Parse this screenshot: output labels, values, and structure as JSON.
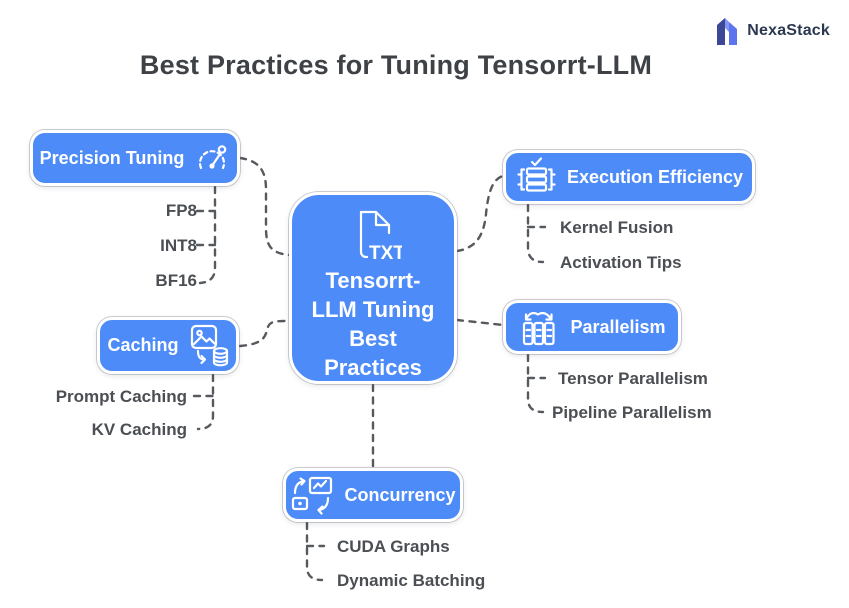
{
  "page": {
    "title": "Best Practices for Tuning Tensorrt-LLM"
  },
  "brand": {
    "name": "NexaStack"
  },
  "colors": {
    "node_blue": "#4d8bf8",
    "title_text": "#3e4246",
    "child_label_gray": "#4b4f54",
    "connector_gray": "#56595e",
    "logo_navy": "#2c3852",
    "logo_mark_dark": "#3c4796",
    "logo_mark_light": "#5e73ee"
  },
  "center": {
    "label": "Tensorrt-LLM Tuning Best Practices",
    "lines": [
      "Tensorrt-",
      "LLM Tuning",
      "Best",
      "Practices"
    ],
    "icon": "txt-file-icon",
    "icon_text": "TXT"
  },
  "branches": [
    {
      "id": "precision-tuning",
      "label": "Precision Tuning",
      "icon": "gauge-icon",
      "icon_side": "right",
      "children": [
        "FP8",
        "INT8",
        "BF16"
      ]
    },
    {
      "id": "caching",
      "label": "Caching",
      "icon": "image-database-icon",
      "icon_side": "right",
      "children": [
        "Prompt Caching",
        "KV Caching"
      ]
    },
    {
      "id": "execution-efficiency",
      "label": "Execution Efficiency",
      "icon": "server-check-icon",
      "icon_side": "left",
      "children": [
        "Kernel Fusion",
        "Activation Tips"
      ]
    },
    {
      "id": "parallelism",
      "label": "Parallelism",
      "icon": "parallel-columns-icon",
      "icon_side": "left",
      "children": [
        "Tensor Parallelism",
        "Pipeline Parallelism"
      ]
    },
    {
      "id": "concurrency",
      "label": "Concurrency",
      "icon": "device-sync-icon",
      "icon_side": "left",
      "children": [
        "CUDA Graphs",
        "Dynamic Batching"
      ]
    }
  ]
}
